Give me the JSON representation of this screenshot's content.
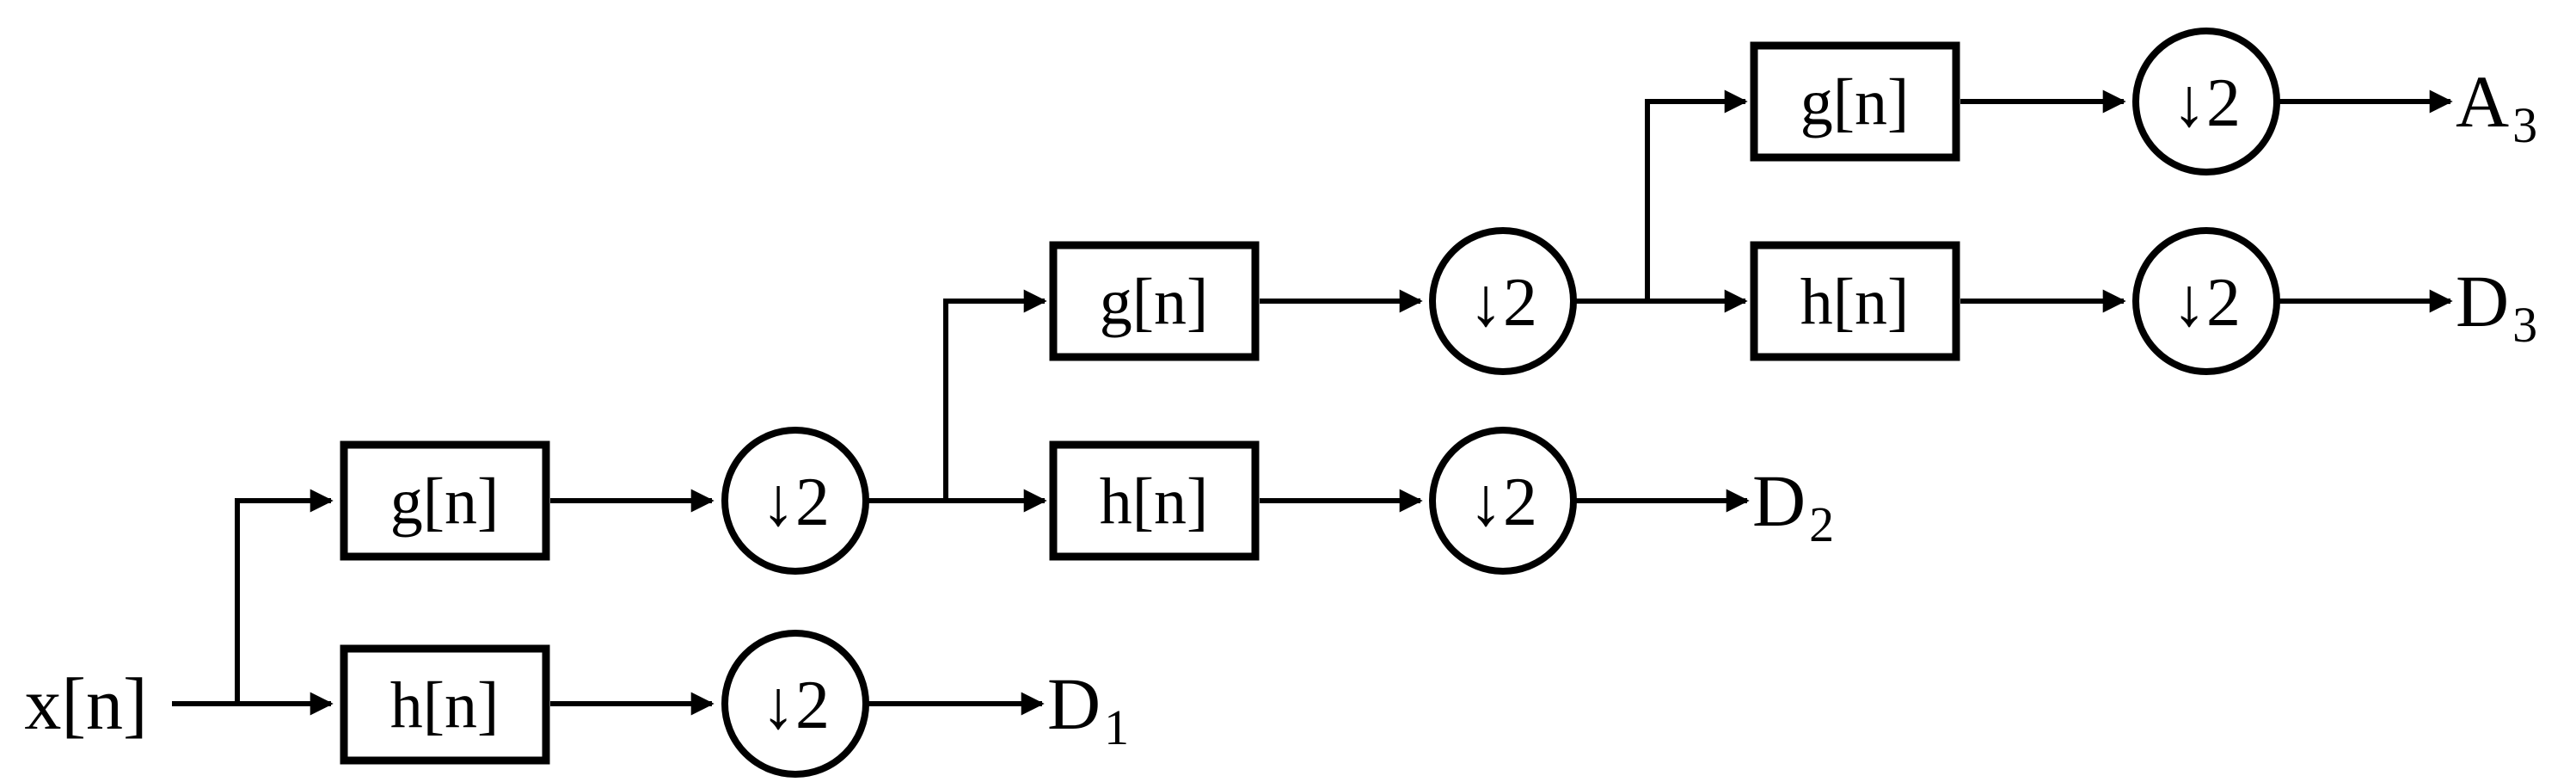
{
  "input_label": "x[n]",
  "filters": {
    "lowpass": "g[n]",
    "highpass": "h[n]"
  },
  "downsample_label": "↓2",
  "outputs": {
    "d1": {
      "main": "D",
      "sub": "1"
    },
    "d2": {
      "main": "D",
      "sub": "2"
    },
    "d3": {
      "main": "D",
      "sub": "3"
    },
    "a3": {
      "main": "A",
      "sub": "3"
    }
  }
}
